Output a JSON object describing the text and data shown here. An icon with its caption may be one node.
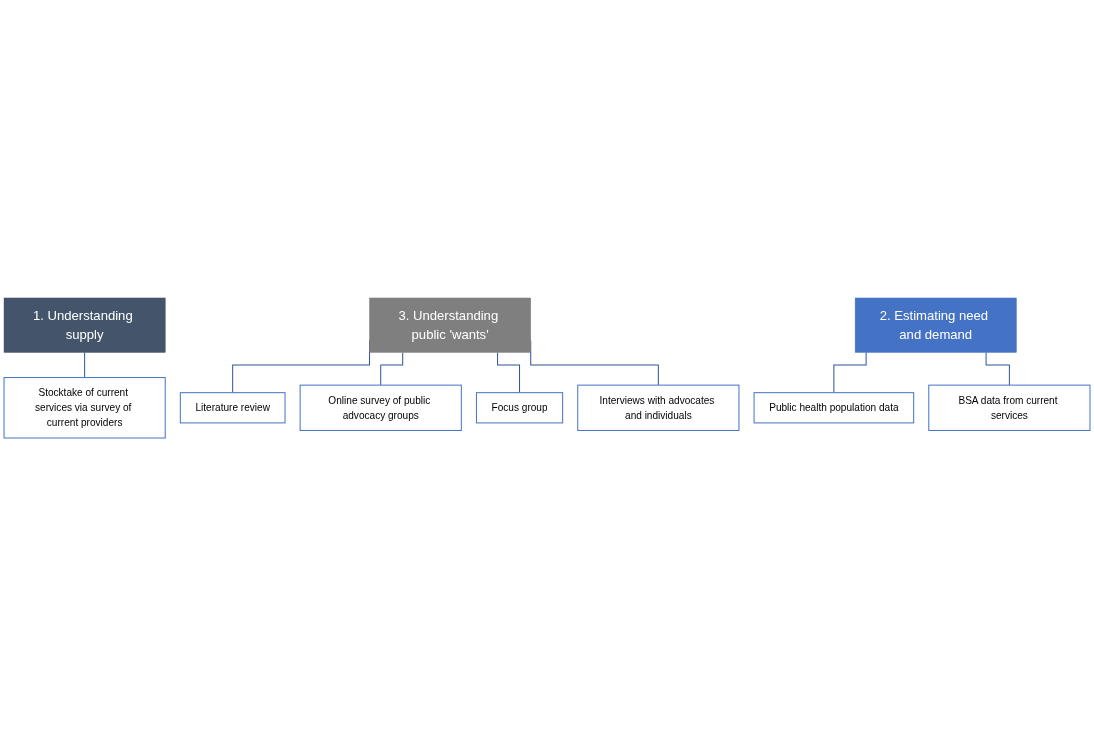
{
  "diagram": {
    "nodes": [
      {
        "text": [
          "1. Understanding supply"
        ]
      },
      {
        "text": [
          "Stocktake of current services via survey of current providers"
        ]
      },
      {
        "text": [
          "3. Understanding public 'wants'"
        ]
      },
      {
        "text": [
          "Literature review"
        ]
      },
      {
        "text": [
          "Online survey of public advocacy groups"
        ]
      },
      {
        "text": [
          "Focus group"
        ]
      },
      {
        "text": [
          "Interviews with advocates and individuals"
        ]
      },
      {
        "text": [
          "2. Estimating need and demand"
        ]
      },
      {
        "text": [
          "Public health population data"
        ]
      },
      {
        "text": [
          "BSA data from current services"
        ]
      }
    ],
    "edges": [
      {
        "from": 0,
        "to": 1,
        "arrow": "none"
      },
      {
        "from": 2,
        "to": 3,
        "arrow": "none"
      },
      {
        "from": 2,
        "to": 4,
        "arrow": "none"
      },
      {
        "from": 2,
        "to": 5,
        "arrow": "none"
      },
      {
        "from": 2,
        "to": 6,
        "arrow": "none"
      },
      {
        "from": 7,
        "to": 8,
        "arrow": "none"
      },
      {
        "from": 7,
        "to": 9,
        "arrow": "none"
      }
    ]
  }
}
